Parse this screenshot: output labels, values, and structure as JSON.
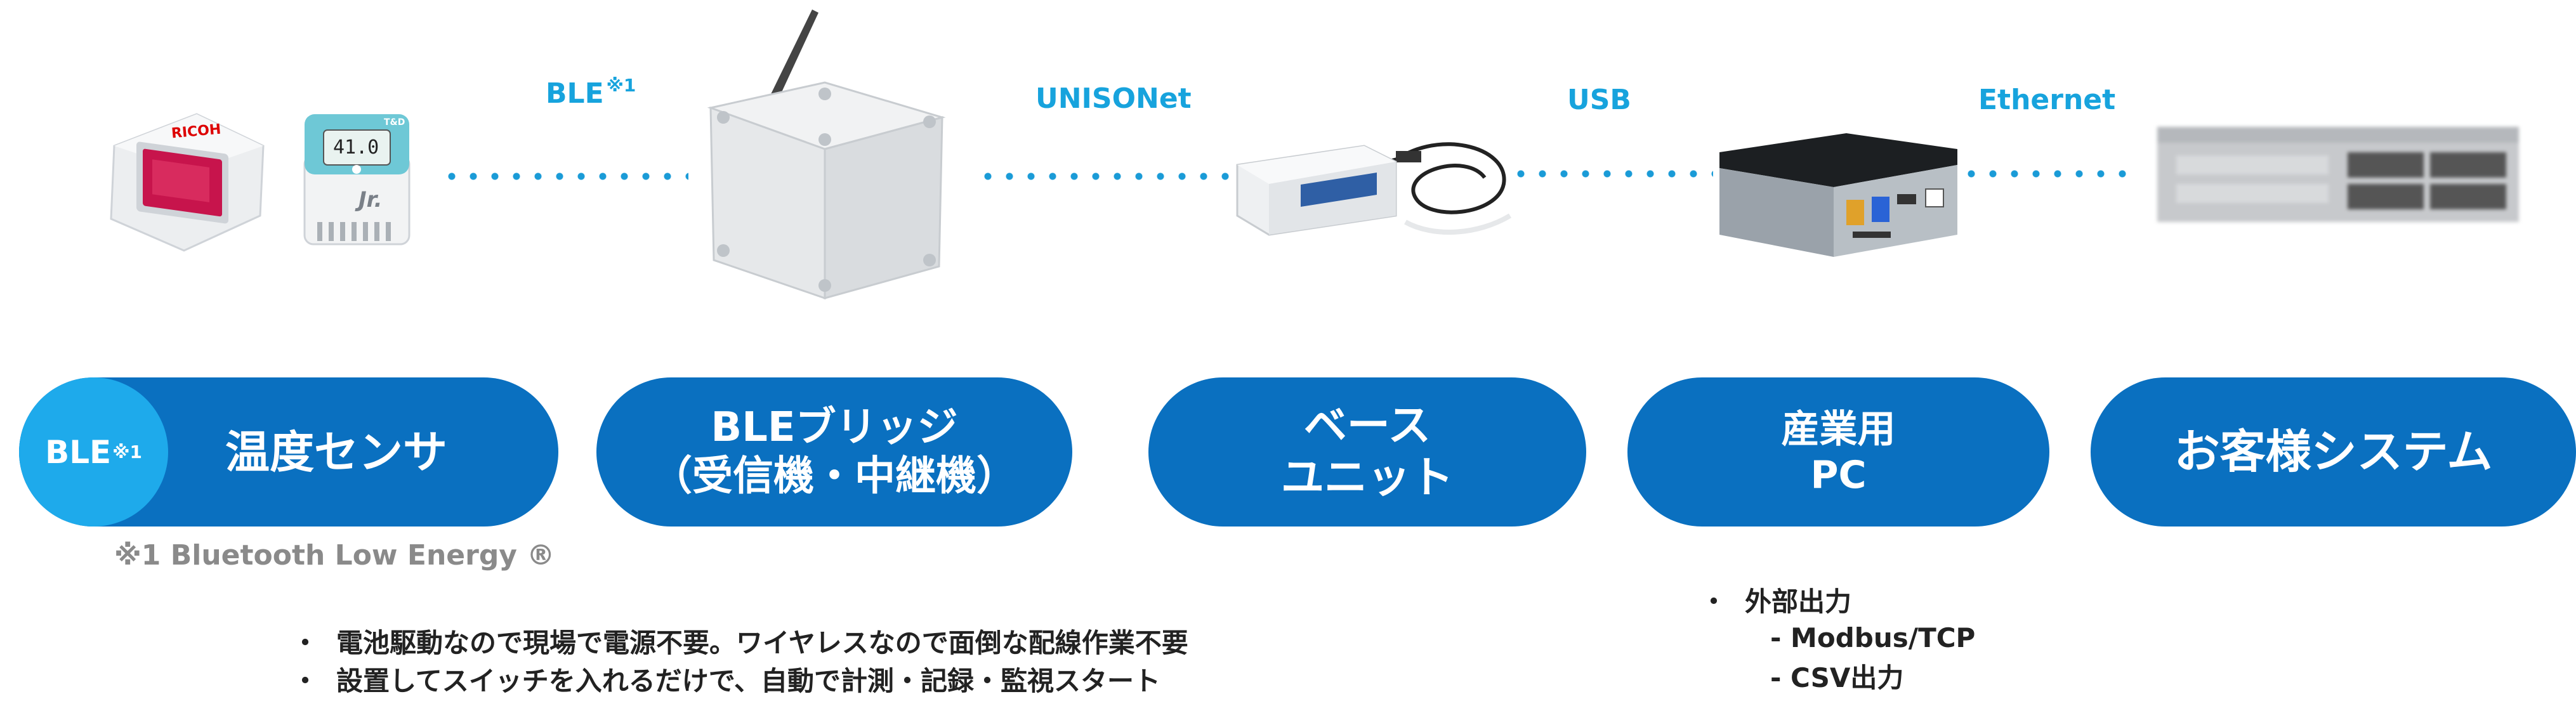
{
  "connections": {
    "ble": {
      "text": "BLE",
      "mark": "※1"
    },
    "unisonet": "UNISONet",
    "usb": "USB",
    "ethernet": "Ethernet"
  },
  "pills": {
    "sensor": {
      "badge": "BLE",
      "badge_mark": "※1",
      "label": "温度センサ"
    },
    "bridge": {
      "line1": "BLEブリッジ",
      "line2": "（受信機・中継機）"
    },
    "base": {
      "line1": "ベース",
      "line2": "ユニット"
    },
    "pc": {
      "line1": "産業用",
      "line2": "PC"
    },
    "system": {
      "label": "お客様システム"
    }
  },
  "footnote": "※1 Bluetooth Low Energy ®",
  "sensor_notes": [
    "電池駆動なので現場で電源不要。ワイヤレスなので面倒な配線作業不要",
    "設置してスイッチを入れるだけで、自動で計測・記録・監視スタート"
  ],
  "pc_notes": {
    "title": "外部出力",
    "items": [
      "- Modbus/TCP",
      "- CSV出力"
    ]
  },
  "device_text": {
    "ricoh_brand": "RICOH",
    "tr_display": "41.0",
    "tr_brand": "T&D",
    "tr_model": "Jr."
  },
  "colors": {
    "pill": "#0a70c0",
    "badge": "#1eaaeb",
    "accent": "#17a3dd",
    "dots": "#1a9bd7"
  }
}
